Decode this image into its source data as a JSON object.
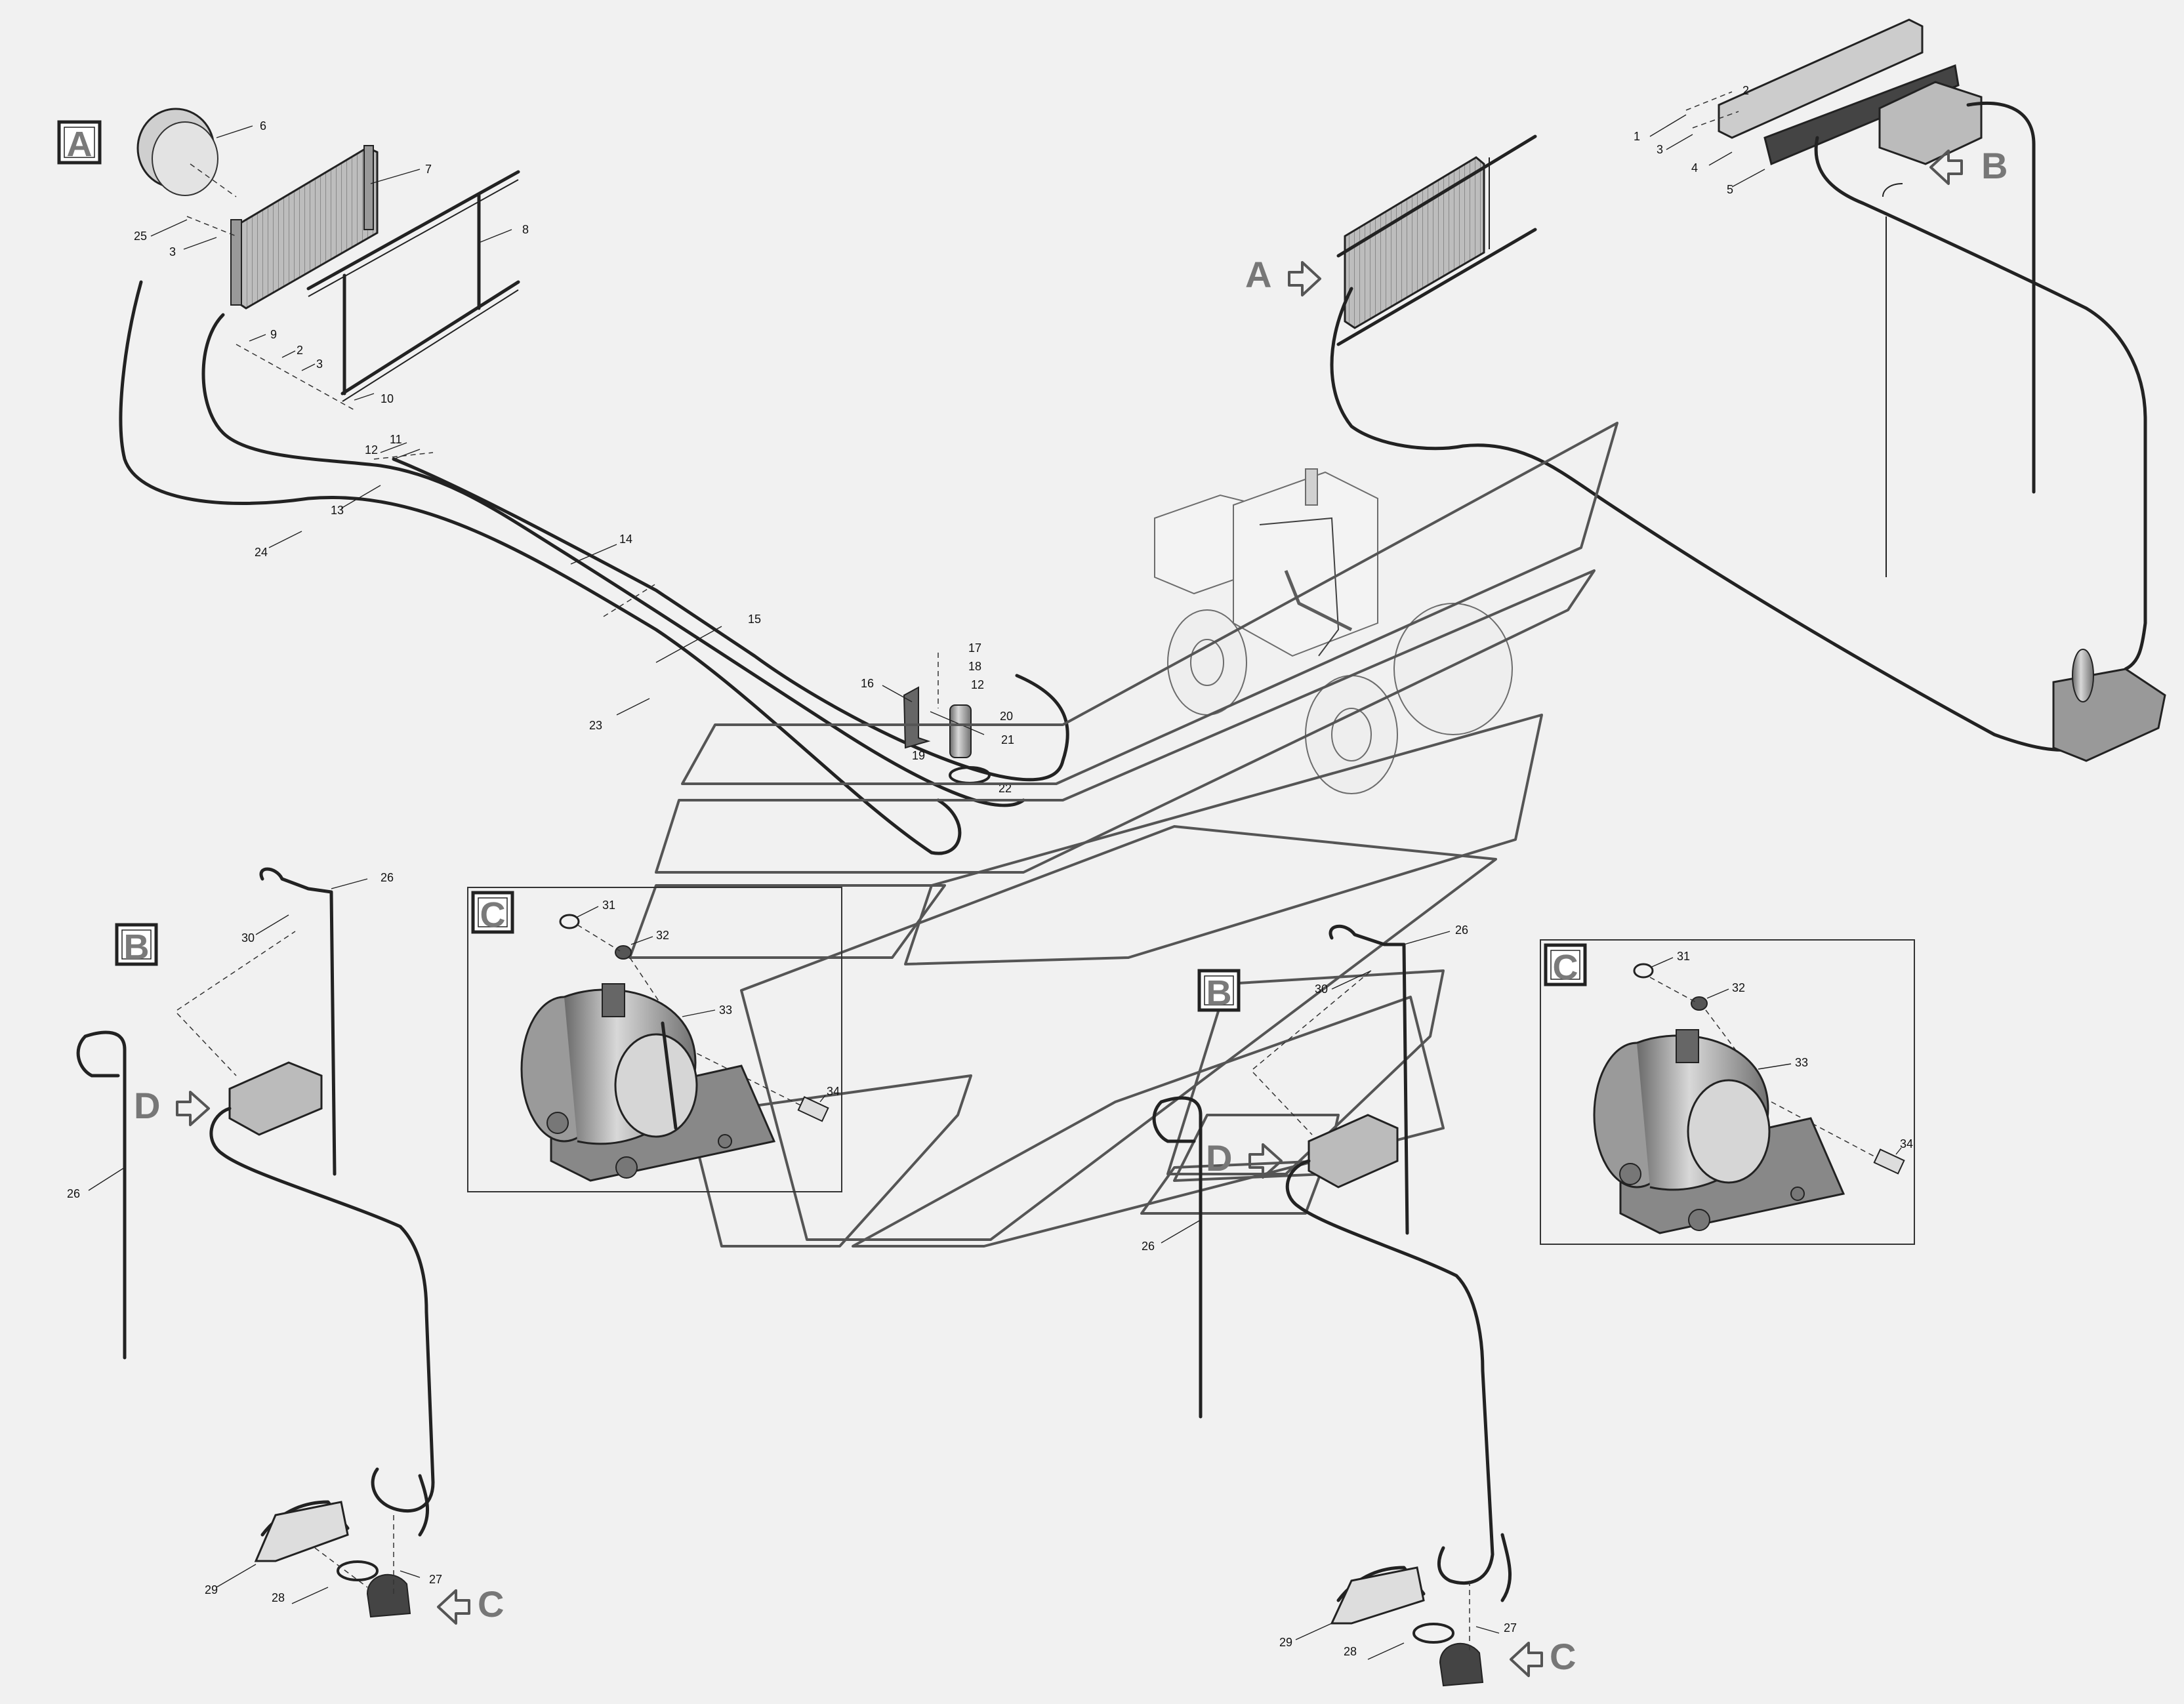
{
  "callouts": {
    "A": "A",
    "B": "B",
    "C": "C",
    "D": "D"
  },
  "part_numbers": [
    "1",
    "2",
    "3",
    "4",
    "5",
    "6",
    "7",
    "8",
    "9",
    "10",
    "11",
    "12",
    "13",
    "14",
    "15",
    "16",
    "17",
    "18",
    "19",
    "20",
    "21",
    "22",
    "23",
    "24",
    "25",
    "26",
    "27",
    "28",
    "29",
    "30",
    "31",
    "32",
    "33",
    "34"
  ],
  "labels": {
    "top_left": [
      "6",
      "7",
      "25",
      "3",
      "8",
      "9",
      "2",
      "3",
      "10",
      "11",
      "12",
      "13",
      "24",
      "14",
      "15",
      "23",
      "16",
      "17",
      "18",
      "12",
      "20",
      "21",
      "19",
      "22"
    ],
    "top_right": [
      "1",
      "2",
      "3",
      "4",
      "5"
    ],
    "detail_b_left": [
      "26",
      "30",
      "26",
      "27",
      "28",
      "29"
    ],
    "detail_c_left": [
      "31",
      "32",
      "33",
      "34"
    ],
    "detail_b_right": [
      "26",
      "30",
      "26",
      "27",
      "28",
      "29"
    ],
    "detail_c_right": [
      "31",
      "32",
      "33",
      "34"
    ]
  },
  "colors": {
    "background": "#f1f1f1",
    "line": "#222222",
    "callout_grey": "#777777"
  }
}
